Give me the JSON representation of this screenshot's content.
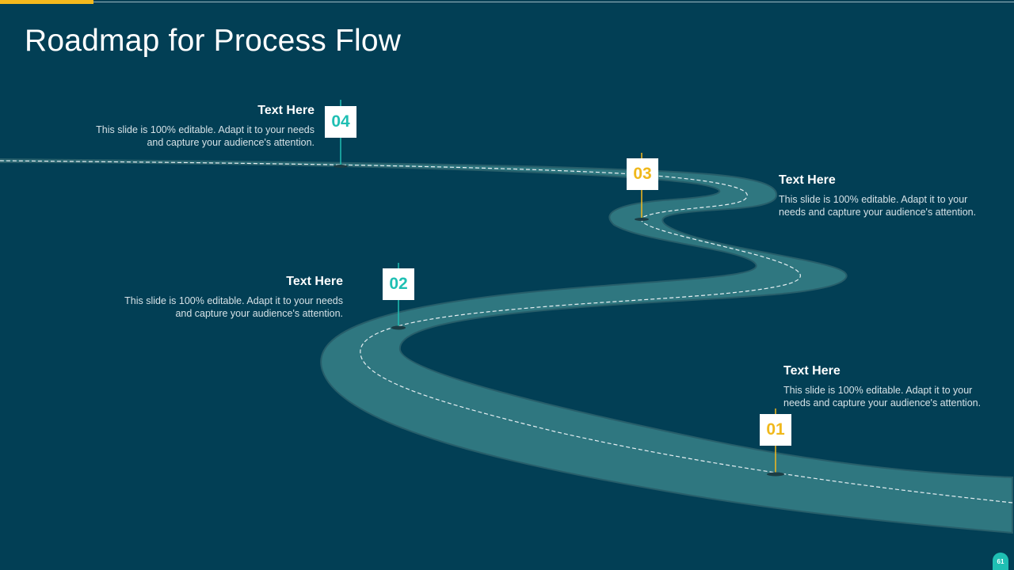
{
  "title": "Roadmap for Process Flow",
  "colors": {
    "background": "#023f55",
    "road": "#2f7780",
    "accent_gold": "#f5b91d",
    "accent_teal": "#1fbfb3"
  },
  "milestones": [
    {
      "number": "01",
      "heading": "Text Here",
      "description": "This slide is 100% editable. Adapt it to your needs and capture your audience's attention."
    },
    {
      "number": "02",
      "heading": "Text Here",
      "description": "This slide is 100% editable. Adapt it to your needs and capture your audience's attention."
    },
    {
      "number": "03",
      "heading": "Text Here",
      "description": "This slide is 100% editable. Adapt it to your needs and capture your audience's attention."
    },
    {
      "number": "04",
      "heading": "Text Here",
      "description": "This slide is 100% editable. Adapt it to your needs and capture your audience's attention."
    }
  ],
  "page_number": "61"
}
